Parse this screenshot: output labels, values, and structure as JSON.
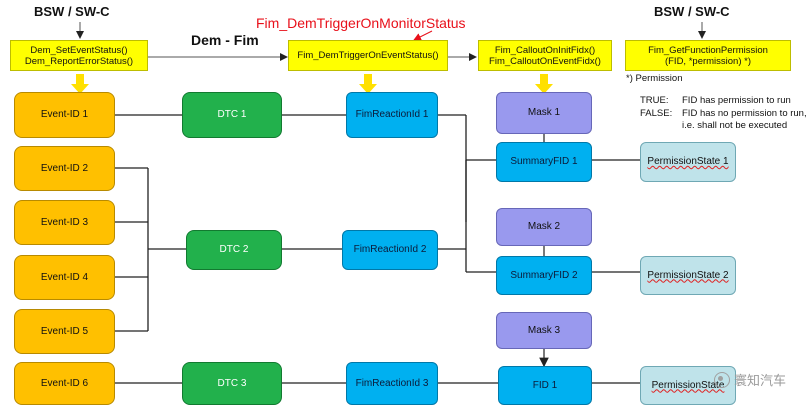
{
  "headers": {
    "bsw_left": "BSW / SW-C",
    "bsw_right": "BSW / SW-C",
    "dem_fim": "Dem - Fim",
    "trigger_callout": "Fim_DemTriggerOnMonitorStatus"
  },
  "top_boxes": {
    "dem_api": [
      "Dem_SetEventStatus()",
      "Dem_ReportErrorStatus()"
    ],
    "trigger_api": [
      "Fim_DemTriggerOnEventStatus()"
    ],
    "callout_api": [
      "Fim_CalloutOnInitFidx()",
      "Fim_CalloutOnEventFidx()"
    ],
    "permission_api": [
      "Fim_GetFunctionPermission",
      "(FID, *permission)  *)"
    ]
  },
  "permission_note": {
    "title": "*) Permission",
    "true_key": "TRUE:",
    "true_text": "FID has permission to run",
    "false_key": "FALSE:",
    "false_text_1": "FID has no permission to run,",
    "false_text_2": "i.e. shall not be executed"
  },
  "events": [
    "Event-ID 1",
    "Event-ID 2",
    "Event-ID 3",
    "Event-ID 4",
    "Event-ID 5",
    "Event-ID 6"
  ],
  "dtcs": [
    "DTC 1",
    "DTC 2",
    "DTC 3"
  ],
  "reactions": [
    "FimReactionId 1",
    "FimReactionId 2",
    "FimReactionId 3"
  ],
  "masks": [
    "Mask 1",
    "Mask 2",
    "Mask 3"
  ],
  "fids": [
    "SummaryFID 1",
    "SummaryFID 2",
    "FID 1"
  ],
  "permission_states": [
    "PermissionState 1",
    "PermissionState 2",
    "PermissionState"
  ],
  "watermark": "寰知汽车",
  "colors": {
    "event": "#ffc000",
    "dtc": "#22b14c",
    "reaction": "#00b0f0",
    "mask": "#9999ee",
    "permission_state": "#bfe3ea",
    "api_box": "#ffff00",
    "callout_text": "#e8101a"
  }
}
